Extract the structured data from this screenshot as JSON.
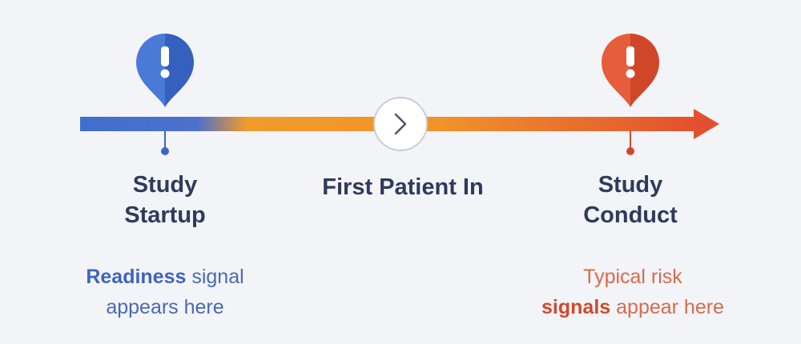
{
  "colors": {
    "blue": "#3f6fcf",
    "orange": "#f29a2b",
    "red": "#e2502f",
    "text_dark": "#2f3a5c",
    "background": "#f3f4f7"
  },
  "markers": {
    "start": {
      "icon": "exclamation-pin-icon",
      "color": "#3f6fcf"
    },
    "middle": {
      "icon": "chevron-right-icon"
    },
    "end": {
      "icon": "exclamation-pin-icon",
      "color": "#e2502f"
    }
  },
  "stages": {
    "study_startup": {
      "line1": "Study",
      "line2": "Startup"
    },
    "first_patient_in": {
      "label": "First Patient In"
    },
    "study_conduct": {
      "line1": "Study",
      "line2": "Conduct"
    }
  },
  "notes": {
    "readiness": {
      "line1_strong": "Readiness",
      "line1_rest": " signal",
      "line2": "appears here"
    },
    "risk": {
      "line1": "Typical risk",
      "line2_strong": "signals",
      "line2_rest": " appear here"
    }
  }
}
